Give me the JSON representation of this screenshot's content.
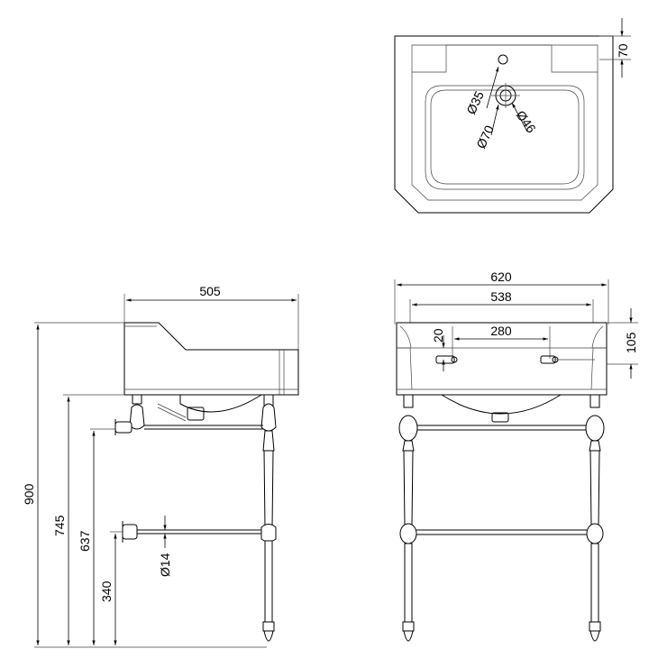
{
  "top_view": {
    "overflow_offset": "70",
    "tap_hole_dia": "Ø35",
    "waste_dia_outer": "Ø70",
    "waste_dia_inner": "Ø46"
  },
  "side_view": {
    "depth": "505",
    "height_total": "900",
    "height_basin_bottom": "745",
    "height_upper_rail": "637",
    "height_lower_rail": "340",
    "rail_dia": "Ø14"
  },
  "front_view": {
    "width_outer": "620",
    "width_inner": "538",
    "hole_spacing": "280",
    "hole_offset": "20",
    "basin_height": "105"
  }
}
